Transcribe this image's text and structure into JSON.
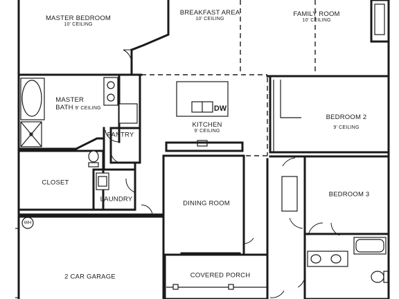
{
  "rooms": {
    "master_bedroom": {
      "name": "MASTER BEDROOM",
      "ceiling": "10' CEILING"
    },
    "breakfast_area": {
      "name": "BREAKFAST AREA",
      "ceiling": "10' CEILING"
    },
    "family_room": {
      "name": "FAMILY ROOM",
      "ceiling": "10' CEILING"
    },
    "master_bath": {
      "name_line1": "MASTER",
      "name_line2": "BATH",
      "ceiling": "9' CEILING"
    },
    "kitchen": {
      "name": "KITCHEN",
      "ceiling": "9' CEILING"
    },
    "pantry": {
      "name": "PANTRY"
    },
    "bedroom2": {
      "name": "BEDROOM 2",
      "ceiling": "9' CEILING"
    },
    "closet": {
      "name": "CLOSET"
    },
    "laundry": {
      "name": "LAUNDRY"
    },
    "dining_room": {
      "name": "DINING ROOM"
    },
    "bedroom3": {
      "name": "BEDROOM 3"
    },
    "garage": {
      "name": "2 CAR GARAGE"
    },
    "covered_porch": {
      "name": "COVERED PORCH"
    }
  },
  "fixtures": {
    "dishwasher": "DW",
    "water_heater": "WH"
  }
}
